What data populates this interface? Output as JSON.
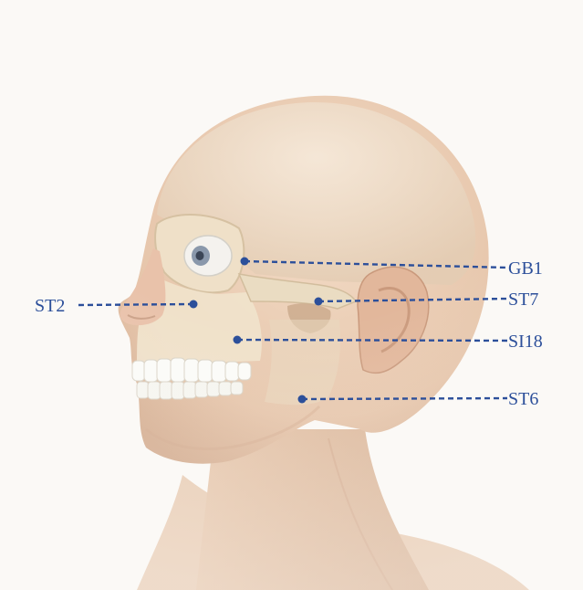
{
  "colors": {
    "background": "#fbf9f6",
    "skin": "#ecd0b8",
    "skin_shadow": "#d8b194",
    "bone": "#f1e6d2",
    "bone_shadow": "#dccbb0",
    "teeth": "#fbfbf8",
    "marker": "#2c4f9a"
  },
  "points": [
    {
      "id": "gb1",
      "label": "GB1"
    },
    {
      "id": "st2",
      "label": "ST2"
    },
    {
      "id": "st7",
      "label": "ST7"
    },
    {
      "id": "si18",
      "label": "SI18"
    },
    {
      "id": "st6",
      "label": "ST6"
    }
  ]
}
